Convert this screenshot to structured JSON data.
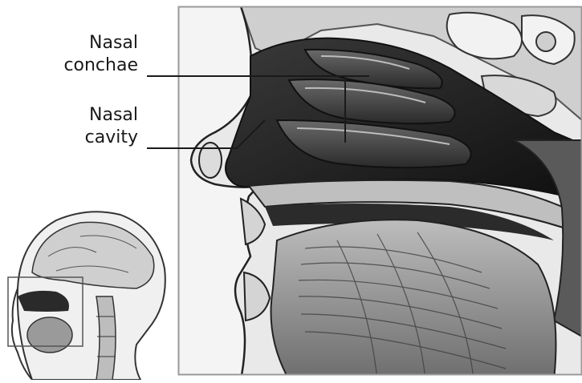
{
  "labels": {
    "nasal_conchae": {
      "line1": "Nasal",
      "line2": "conchae"
    },
    "nasal_cavity": {
      "line1": "Nasal",
      "line2": "cavity"
    }
  },
  "colors": {
    "ink": "#1a1a1a",
    "frame": "#9a9a9a",
    "tissue_light": "#e6e6e6",
    "tissue_mid": "#8f8f8f",
    "tissue_dark": "#2a2a2a",
    "background": "#ffffff"
  }
}
